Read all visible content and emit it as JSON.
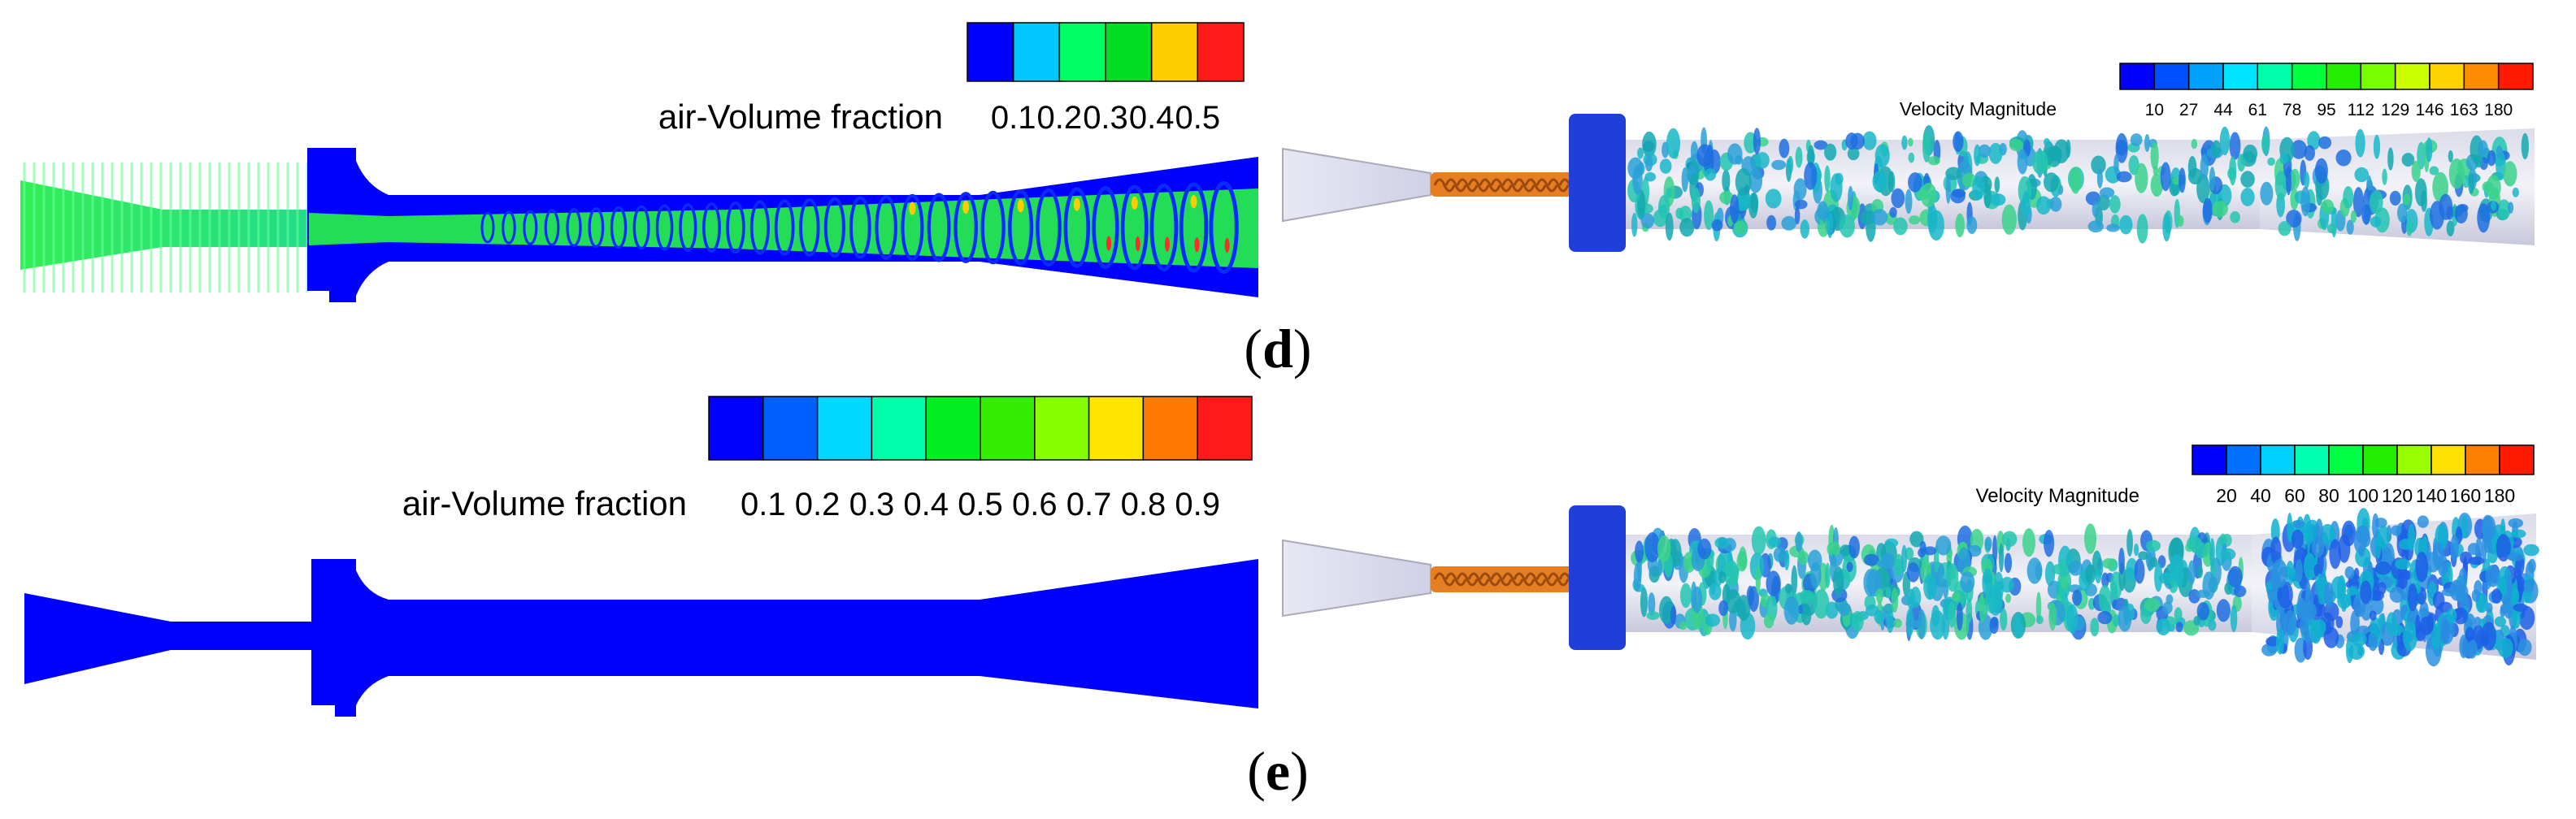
{
  "figure": {
    "panels": [
      {
        "id": "d",
        "label_open": "(",
        "label_letter": "d",
        "label_close": ")",
        "volume_fraction_legend": {
          "title": "air-Volume fraction",
          "ticks": [
            "0.1",
            "0.2",
            "0.3",
            "0.4",
            "0.5"
          ],
          "colors": [
            "#0000ff",
            "#00c8ff",
            "#00ff66",
            "#00dd22",
            "#ffcc00",
            "#ff1a1a"
          ]
        },
        "velocity_legend": {
          "title": "Velocity Magnitude",
          "ticks": [
            "10",
            "27",
            "44",
            "61",
            "78",
            "95",
            "112",
            "129",
            "146",
            "163",
            "180"
          ],
          "colors": [
            "#0000ff",
            "#0050ff",
            "#00a0ff",
            "#00e5ff",
            "#00ffaa",
            "#00ff3c",
            "#22ee00",
            "#77ff00",
            "#ccff00",
            "#ffd200",
            "#ff8c00",
            "#ff1a00"
          ]
        }
      },
      {
        "id": "e",
        "label_open": "(",
        "label_letter": "e",
        "label_close": ")",
        "volume_fraction_legend": {
          "title": "air-Volume fraction",
          "ticks": [
            "0.1",
            "0.2",
            "0.3",
            "0.4",
            "0.5",
            "0.6",
            "0.7",
            "0.8",
            "0.9"
          ],
          "colors": [
            "#0000ff",
            "#0060ff",
            "#00d8ff",
            "#00ffaa",
            "#00ee22",
            "#33ee00",
            "#88ff00",
            "#ffe600",
            "#ff7a00",
            "#ff1a1a"
          ]
        },
        "velocity_legend": {
          "title": "Velocity Magnitude",
          "ticks": [
            "20",
            "40",
            "60",
            "80",
            "100",
            "120",
            "140",
            "160",
            "180"
          ],
          "colors": [
            "#0000ff",
            "#0070ff",
            "#00d0ff",
            "#00ffb0",
            "#00ff44",
            "#22ee00",
            "#99ff00",
            "#ffe000",
            "#ff8000",
            "#ff1a00"
          ]
        }
      }
    ]
  }
}
